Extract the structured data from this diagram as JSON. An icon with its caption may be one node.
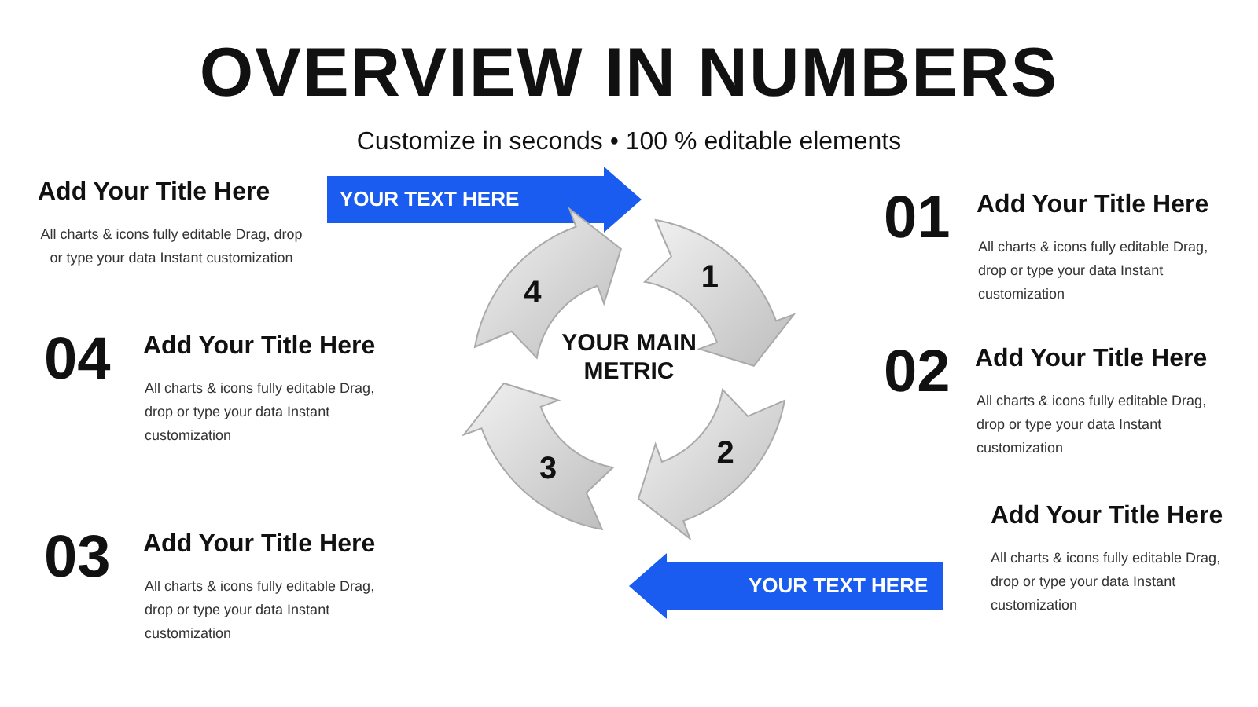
{
  "diagram": {
    "title": "OVERVIEW IN NUMBERS",
    "nodes": [
      {
        "text": [
          "YOUR TEXT HERE"
        ]
      },
      {
        "text": [
          "1"
        ]
      },
      {
        "text": [
          "4"
        ]
      },
      {
        "text": [
          "YOUR MAIN METRIC"
        ]
      },
      {
        "text": [
          "2"
        ]
      },
      {
        "text": [
          "3"
        ]
      },
      {
        "text": [
          "YOUR TEXT HERE"
        ]
      }
    ],
    "labels": [
      "Customize in seconds • 100 % editable elements",
      "Add Your Title Here",
      "All charts & icons fully editable Drag, drop or type your data Instant customization",
      "01",
      "Add Your Title Here",
      "All charts & icons fully editable Drag, drop or type your data Instant customization",
      "04",
      "Add Your Title Here",
      "All charts & icons fully editable Drag, drop or type your data Instant customization",
      "02",
      "Add Your Title Here",
      "All charts & icons fully editable Drag, drop or type your data Instant customization",
      "Add Your Title Here",
      "All charts & icons fully editable Drag, drop or type your data Instant customization",
      "03",
      "Add Your Title Here",
      "All charts & icons fully editable Drag, drop or type your data Instant customization"
    ]
  }
}
